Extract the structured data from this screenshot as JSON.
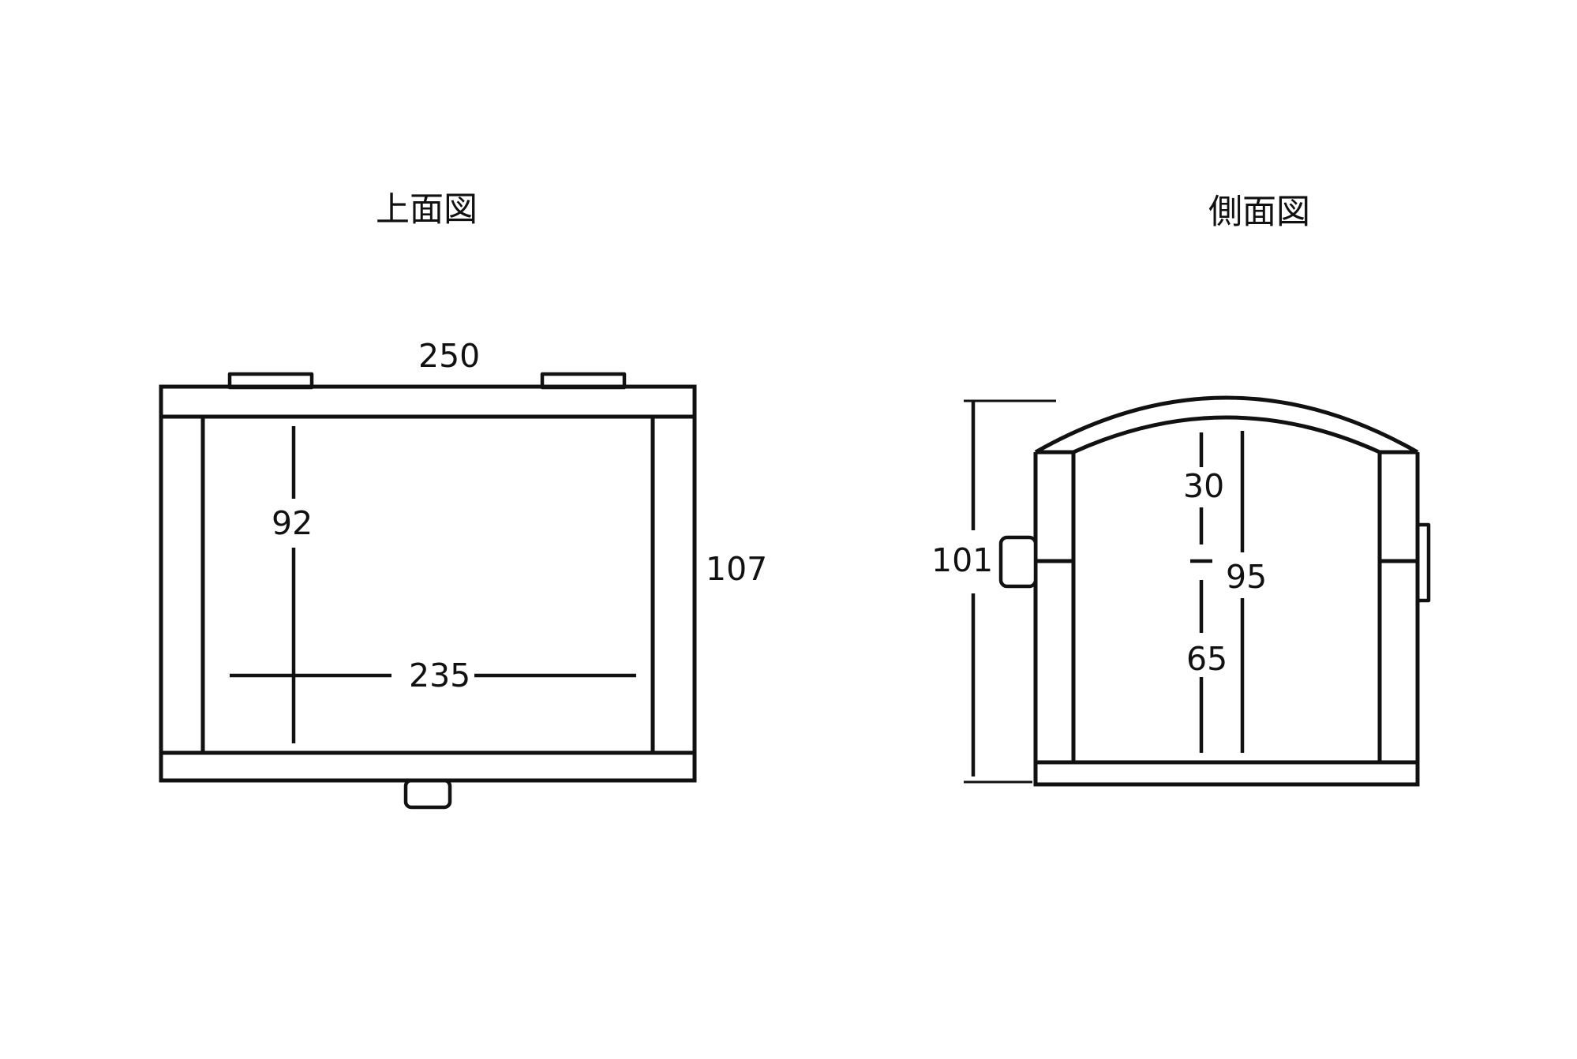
{
  "titles": {
    "top_view": "上面図",
    "side_view": "側面図"
  },
  "top_view": {
    "width_outer": "250",
    "depth_outer": "107",
    "height_inner": "92",
    "width_inner": "235"
  },
  "side_view": {
    "height_total": "101",
    "height_upper": "30",
    "height_lower": "65",
    "height_inner": "95"
  }
}
